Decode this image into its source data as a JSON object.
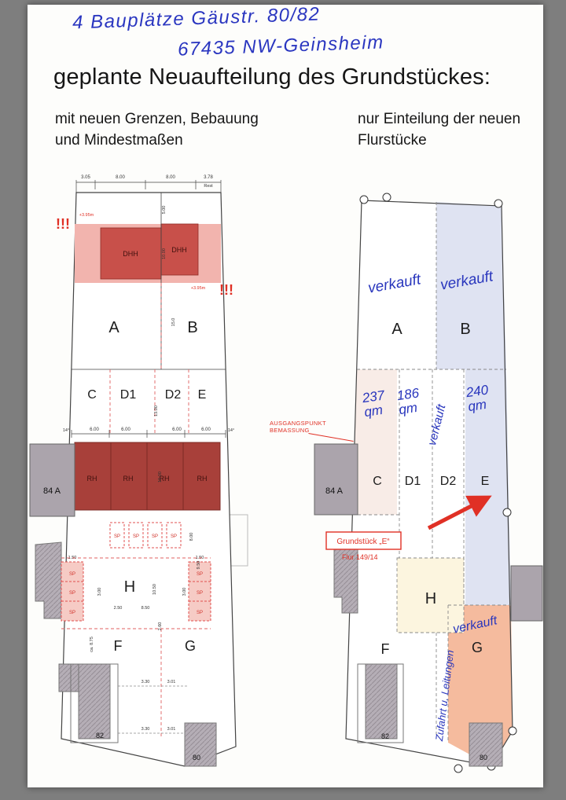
{
  "scan": {
    "hw_line1": "4 Bauplätze Gäustr. 80/82",
    "hw_line2": "67435 NW-Geinsheim",
    "title": "geplante Neuaufteilung des Grundstückes:"
  },
  "colors": {
    "handwriting_blue": "#2a36c0",
    "annotation_red": "#e03025",
    "building_red_dhh": "#c8504a",
    "building_red_rh": "#a8403a",
    "pink_band": "#f2b4ae",
    "sold_lavender": "#dfe3f2",
    "salmon": "#f5bb9e",
    "cream": "#fcf5df",
    "gray_building": "#b5aeb6"
  },
  "left_panel": {
    "subtitle1": "mit neuen Grenzen, Bebauung",
    "subtitle2": "und Mindestmaßen",
    "warning": "!!!",
    "level_note": "+3.95m",
    "dims_top": [
      "3.05",
      "8.00",
      "8.00",
      "3.78"
    ],
    "rest_label": "Rest",
    "dhh": "DHH",
    "dim_v_top": "5.00",
    "dim_v_dhh": "10.00",
    "dim_v_ab": "15.0",
    "dim_v_cde": "13.00",
    "dims_mid": [
      "14°",
      "6.00",
      "6.00",
      "6.00",
      "6.00",
      "14°"
    ],
    "rh": "RH",
    "dim_v_rh": "10.00",
    "sp": "SP",
    "dim_col_h": "3.00",
    "dim_col_w": "1.50",
    "dim_side_e1": "8.00",
    "dim_side_e2": "9.50",
    "dim_h_left": "2.50",
    "dim_h_mid": "8.50",
    "dim_h_v": "10.50",
    "dim_h_v2": "2.60",
    "dim_left_edge": "ca. 8.75",
    "dims_bottom": [
      "3.30",
      "3.01"
    ],
    "parcels": {
      "a": "A",
      "b": "B",
      "c": "C",
      "d1": "D1",
      "d2": "D2",
      "e": "E",
      "h": "H",
      "f": "F",
      "g": "G"
    },
    "house_84a": "84 A",
    "house_82": "82",
    "house_80": "80"
  },
  "right_panel": {
    "subtitle1": "nur Einteilung der neuen",
    "subtitle2": "Flurstücke",
    "ref1": "AUSGANGSPUNKT",
    "ref2": "BEMASSUNG",
    "sold": "verkauft",
    "area_c": "237 qm",
    "area_d1": "186 qm",
    "area_e": "240 qm",
    "access": "Zufahrt u. Leitungen",
    "callout": "Grundstück „E“",
    "flur": "Flur 149/14",
    "parcels": {
      "a": "A",
      "b": "B",
      "c": "C",
      "d1": "D1",
      "d2": "D2",
      "e": "E",
      "h": "H",
      "f": "F",
      "g": "G"
    },
    "house_84a": "84 A",
    "house_82": "82",
    "house_80": "80"
  }
}
